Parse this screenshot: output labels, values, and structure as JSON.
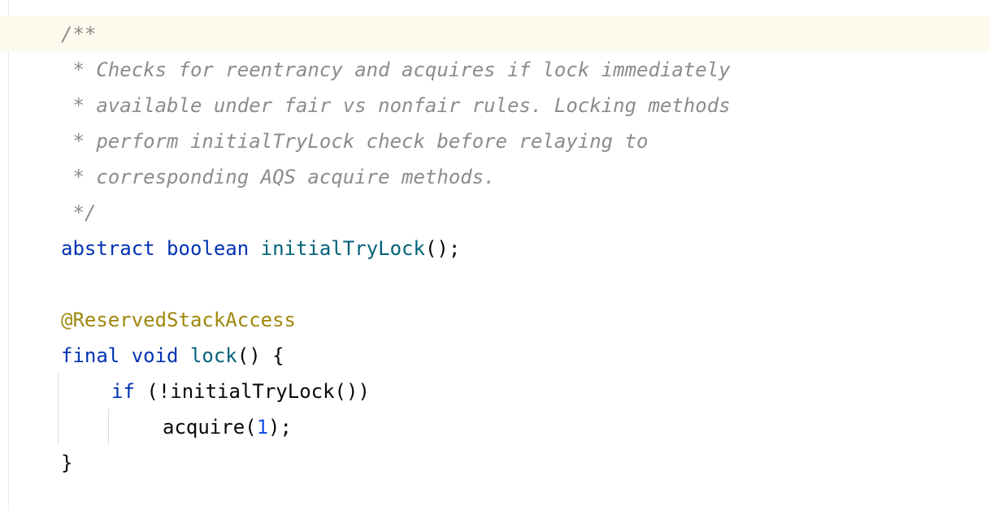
{
  "comment": {
    "open": "/**",
    "lines": [
      " * Checks for reentrancy and acquires if lock immediately",
      " * available under fair vs nonfair rules. Locking methods",
      " * perform initialTryLock check before relaying to",
      " * corresponding AQS acquire methods."
    ],
    "close": " */"
  },
  "decl": {
    "kw1": "abstract",
    "kw2": "boolean",
    "name": "initialTryLock",
    "rest": "();"
  },
  "annotation": "@ReservedStackAccess",
  "method": {
    "kw1": "final",
    "kw2": "void",
    "name": "lock",
    "rest": "() {"
  },
  "if_line": {
    "kw": "if",
    "rest": " (!initialTryLock())"
  },
  "acquire_line": {
    "call": "acquire(",
    "arg": "1",
    "rest": ");"
  },
  "close_brace": "}",
  "colors": {
    "comment": "#8c8c8c",
    "keyword": "#0033b3",
    "function": "#00627a",
    "annotation": "#9e880d",
    "number": "#1750eb",
    "current_line": "#fcfaed"
  }
}
